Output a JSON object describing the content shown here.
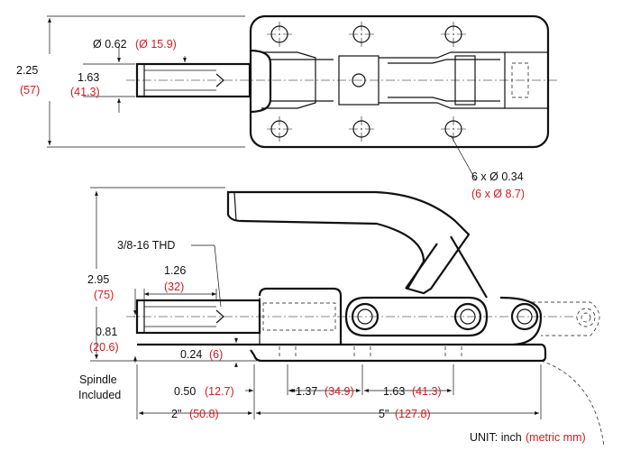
{
  "top_view": {
    "dia_label": "Ø 0.62",
    "dia_metric": "(Ø 15.9)",
    "overall_height": "2.25",
    "overall_height_metric": "(57)",
    "center_height": "1.63",
    "center_height_metric": "(41.3)",
    "holes_label": "6 x Ø 0.34",
    "holes_metric": "(6 x Ø 8.7)"
  },
  "side_view": {
    "thread_label": "3/8-16 THD",
    "height_label": "2.95",
    "height_metric": "(75)",
    "stroke_label": "1.26",
    "stroke_metric": "(32)",
    "spindle_height": "0.81",
    "spindle_height_metric": "(20.6)",
    "base_thickness": "0.24",
    "base_thickness_metric": "(6)",
    "spindle_note_line1": "Spindle",
    "spindle_note_line2": "Included",
    "offset_label": "0.50",
    "offset_metric": "(12.7)",
    "hole_spacing_a": "1.37",
    "hole_spacing_a_metric": "(34.9)",
    "hole_spacing_b": "1.63",
    "hole_spacing_b_metric": "(41.3)",
    "length_left": "2\"",
    "length_left_metric": "(50.8)",
    "length_right": "5\"",
    "length_right_metric": "(127.8)"
  },
  "unit_note": {
    "label": "UNIT: inch",
    "metric": "(metric mm)"
  }
}
